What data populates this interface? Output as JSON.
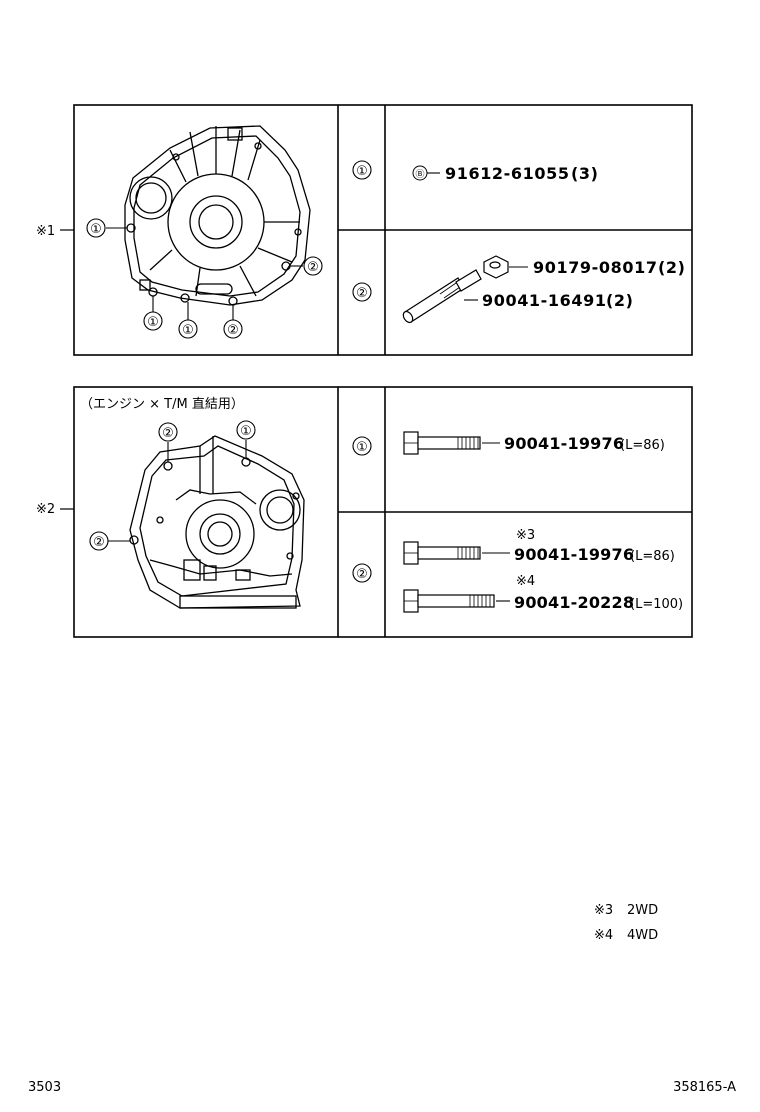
{
  "top_table": {
    "callout": "※1",
    "rows": [
      {
        "num": "①",
        "parts": [
          {
            "prefix": "Ⓑ",
            "number": "91612-61055",
            "qty": "(3)"
          }
        ]
      },
      {
        "num": "②",
        "parts": [
          {
            "number": "90179-08017",
            "qty": "(2)"
          },
          {
            "number": "90041-16491",
            "qty": "(2)"
          }
        ]
      }
    ],
    "diagram_labels": [
      "①",
      "②",
      "①",
      "①",
      "②"
    ]
  },
  "bottom_table": {
    "callout": "※2",
    "caption": "（エンジン × T/M 直結用）",
    "rows": [
      {
        "num": "①",
        "parts": [
          {
            "number": "90041-19976",
            "len": "(L=86)"
          }
        ]
      },
      {
        "num": "②",
        "parts": [
          {
            "note": "※3",
            "number": "90041-19976",
            "len": "(L=86)"
          },
          {
            "note": "※4",
            "number": "90041-20228",
            "len": "(L=100)"
          }
        ]
      }
    ],
    "diagram_labels": [
      "②",
      "①",
      "②"
    ]
  },
  "legend": [
    {
      "mark": "※3",
      "text": "2WD"
    },
    {
      "mark": "※4",
      "text": "4WD"
    }
  ],
  "footer": {
    "left": "3503",
    "right": "358165-A"
  }
}
